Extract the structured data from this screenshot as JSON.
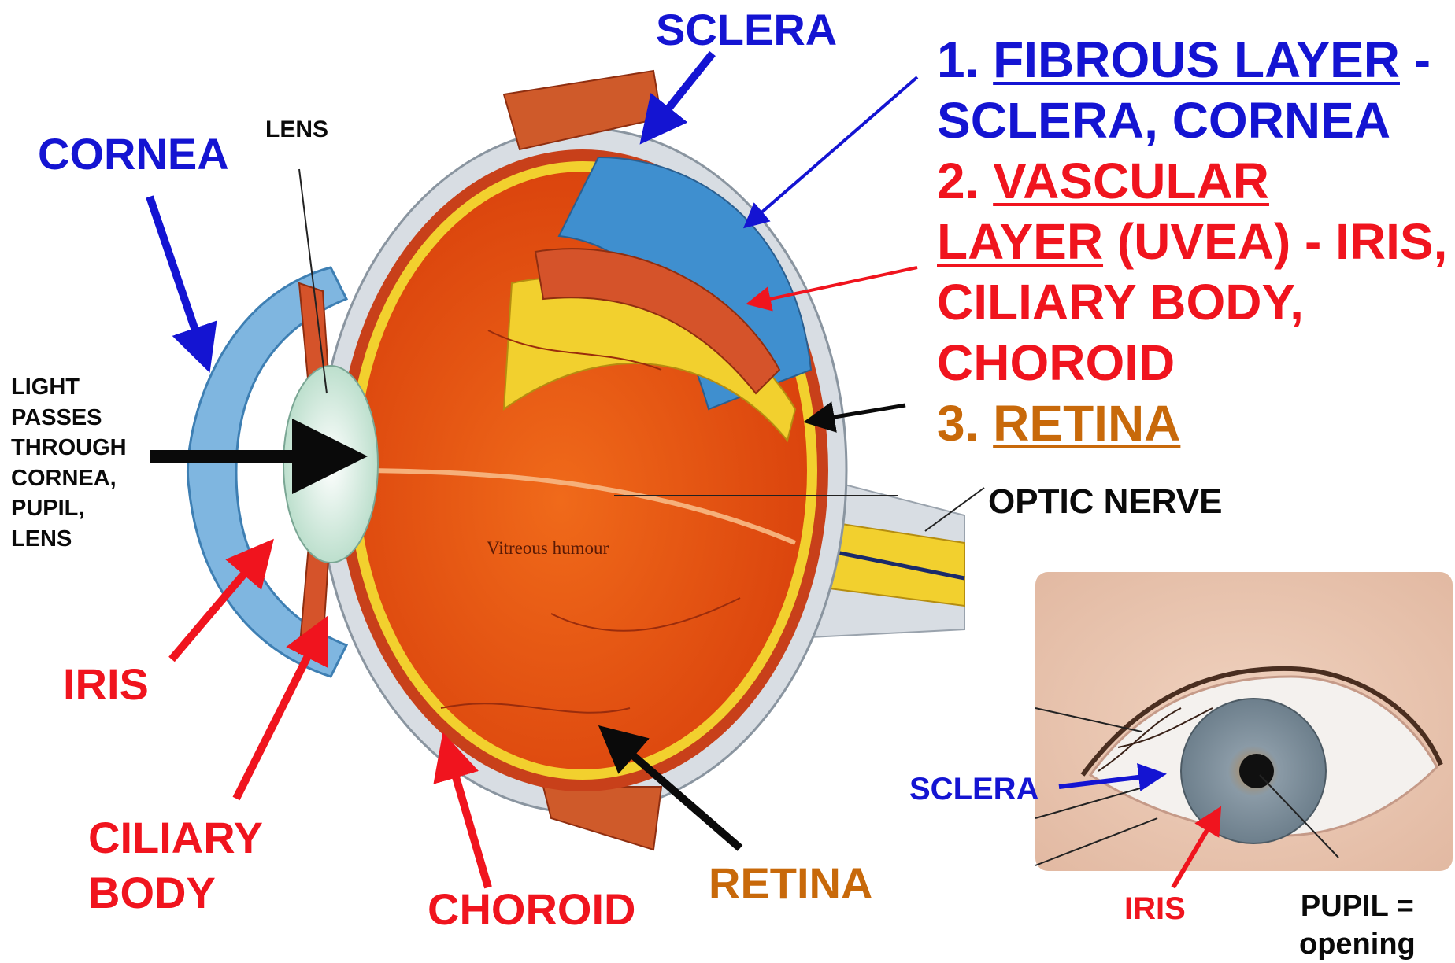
{
  "labels": {
    "sclera_top": "SCLERA",
    "cornea": "CORNEA",
    "lens": "LENS",
    "light_lines": [
      "LIGHT",
      "PASSES",
      "THROUGH",
      "CORNEA,",
      "PUPIL,",
      "LENS"
    ],
    "iris": "IRIS",
    "ciliary_lines": [
      "CILIARY",
      "BODY"
    ],
    "choroid": "CHOROID",
    "retina": "RETINA",
    "optic_nerve": "OPTIC NERVE",
    "vitreous": "Vitreous humour",
    "sclera_small": "SCLERA",
    "iris_small": "IRIS",
    "pupil_lines": [
      "PUPIL =",
      "opening"
    ]
  },
  "layers": {
    "l1_num": "1.",
    "l1_name": "FIBROUS LAYER",
    "l1_sep": " -",
    "l1_parts": "SCLERA, CORNEA",
    "l2_num": "2.",
    "l2_name_a": "VASCULAR",
    "l2_name_b": "LAYER",
    "l2_rest": " (UVEA) - IRIS,",
    "l2_parts_a": "CILIARY BODY,",
    "l2_parts_b": "CHOROID",
    "l3_num": "3.",
    "l3_name": "RETINA"
  },
  "colors": {
    "blue": "#1414d2",
    "red": "#f0141e",
    "orange": "#c8690a",
    "black": "#0a0a0a",
    "vitreous": "#e4530f",
    "retina_yellow": "#f2d02e",
    "sclera_gray": "#d8dde3"
  }
}
